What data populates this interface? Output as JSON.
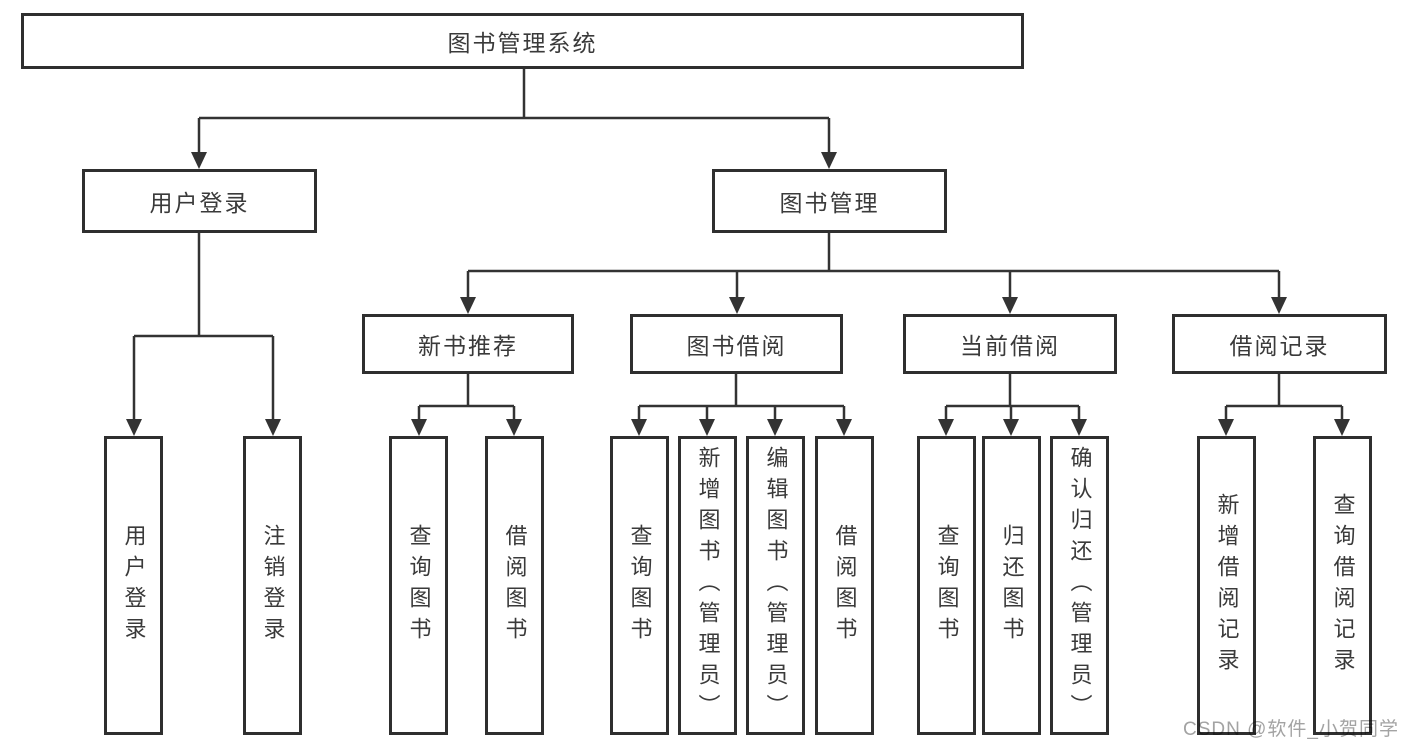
{
  "watermark": "CSDN @软件_小贺同学",
  "colors": {
    "line": "#333333",
    "border": "#2f2f2f",
    "text": "#3a3a3a",
    "watermark": "#a3a3a3",
    "background": "#ffffff"
  },
  "tree": {
    "root": {
      "label": "图书管理系统"
    },
    "branches": [
      {
        "label": "用户登录",
        "leaves": [
          {
            "label": "用户登录"
          },
          {
            "label": "注销登录"
          }
        ]
      },
      {
        "label": "图书管理",
        "sections": [
          {
            "label": "新书推荐",
            "leaves": [
              {
                "label": "查询图书"
              },
              {
                "label": "借阅图书"
              }
            ]
          },
          {
            "label": "图书借阅",
            "leaves": [
              {
                "label": "查询图书"
              },
              {
                "label": "新增图书（管理员）"
              },
              {
                "label": "编辑图书（管理员）"
              },
              {
                "label": "借阅图书"
              }
            ]
          },
          {
            "label": "当前借阅",
            "leaves": [
              {
                "label": "查询图书"
              },
              {
                "label": "归还图书"
              },
              {
                "label": "确认归还（管理员）"
              }
            ]
          },
          {
            "label": "借阅记录",
            "leaves": [
              {
                "label": "新增借阅记录"
              },
              {
                "label": "查询借阅记录"
              }
            ]
          }
        ]
      }
    ]
  }
}
